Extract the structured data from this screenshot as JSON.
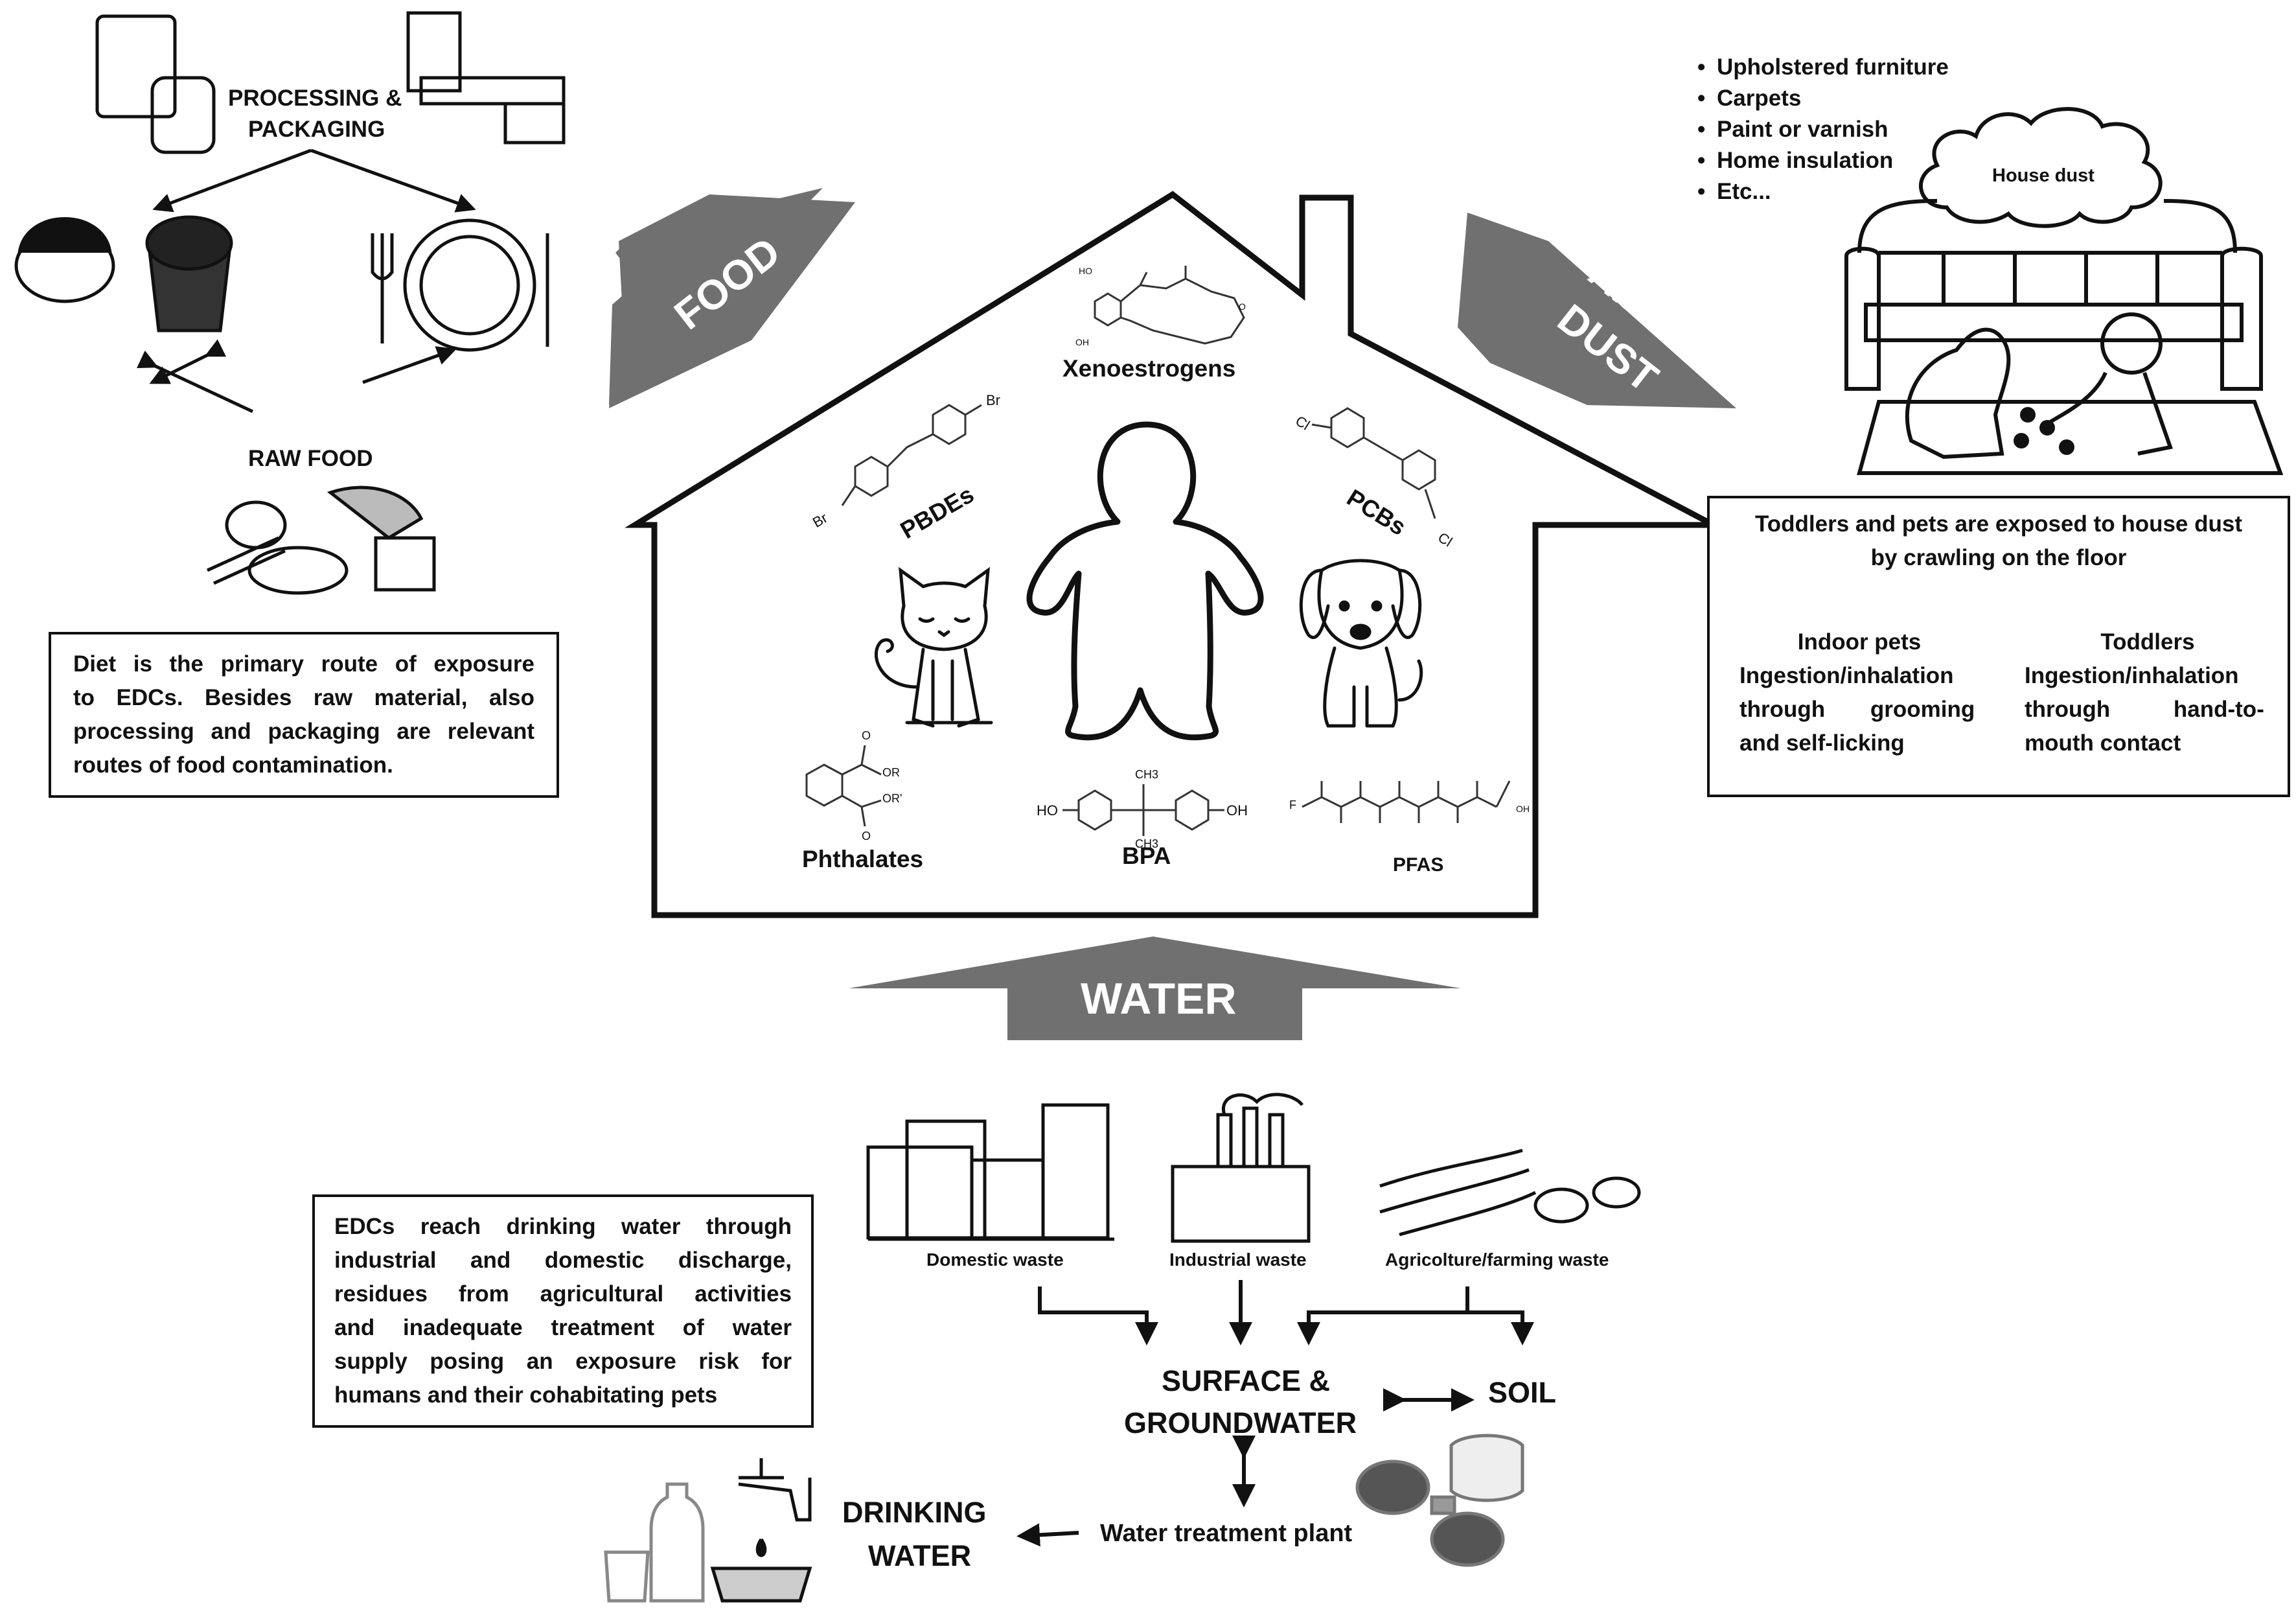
{
  "routes": {
    "food": "FOOD",
    "air_dust": [
      "AIR",
      "DUST"
    ],
    "water": "WATER"
  },
  "food_panel": {
    "processing": [
      "PROCESSING &",
      "PACKAGING"
    ],
    "raw_food": "RAW FOOD",
    "note": [
      "Diet is the primary route of exposure",
      "to EDCs. Besides raw material, also",
      "processing and packaging are relevant",
      "routes of food contamination."
    ]
  },
  "house": {
    "compounds": [
      "Xenoestrogens",
      "PBDEs",
      "PCBs",
      "Phthalates",
      "BPA",
      "PFAS"
    ],
    "formula_labels": {
      "ho": "HO",
      "oh": "OH",
      "o": "O",
      "or": "OR",
      "or_prime": "OR'",
      "ch3": "CH3",
      "cl": "Cl",
      "br": "Br",
      "f": "F"
    }
  },
  "dust_panel": {
    "sources": [
      "Upholstered furniture",
      "Carpets",
      "Paint or varnish",
      "Home insulation",
      "Etc..."
    ],
    "cloud_label": "House dust",
    "note_title": [
      "Toddlers and pets are exposed to house dust",
      "by crawling on the floor"
    ],
    "pets": [
      "Indoor pets",
      "Ingestion/inhalation",
      "through grooming",
      "and self-licking"
    ],
    "toddlers": [
      "Toddlers",
      "Ingestion/inhalation",
      "through hand-to-",
      "mouth contact"
    ]
  },
  "water_panel": {
    "note": [
      "EDCs reach drinking water through",
      "industrial and domestic discharge,",
      "residues from agricultural activities",
      "and inadequate treatment of water",
      "supply posing an exposure risk for",
      "humans and their cohabitating pets"
    ],
    "sources": [
      "Domestic waste",
      "Industrial waste",
      "Agricolture/farming waste"
    ],
    "surface": [
      "SURFACE &",
      "GROUNDWATER"
    ],
    "soil": "SOIL",
    "treatment": "Water treatment plant",
    "drinking": [
      "DRINKING",
      "WATER"
    ]
  }
}
